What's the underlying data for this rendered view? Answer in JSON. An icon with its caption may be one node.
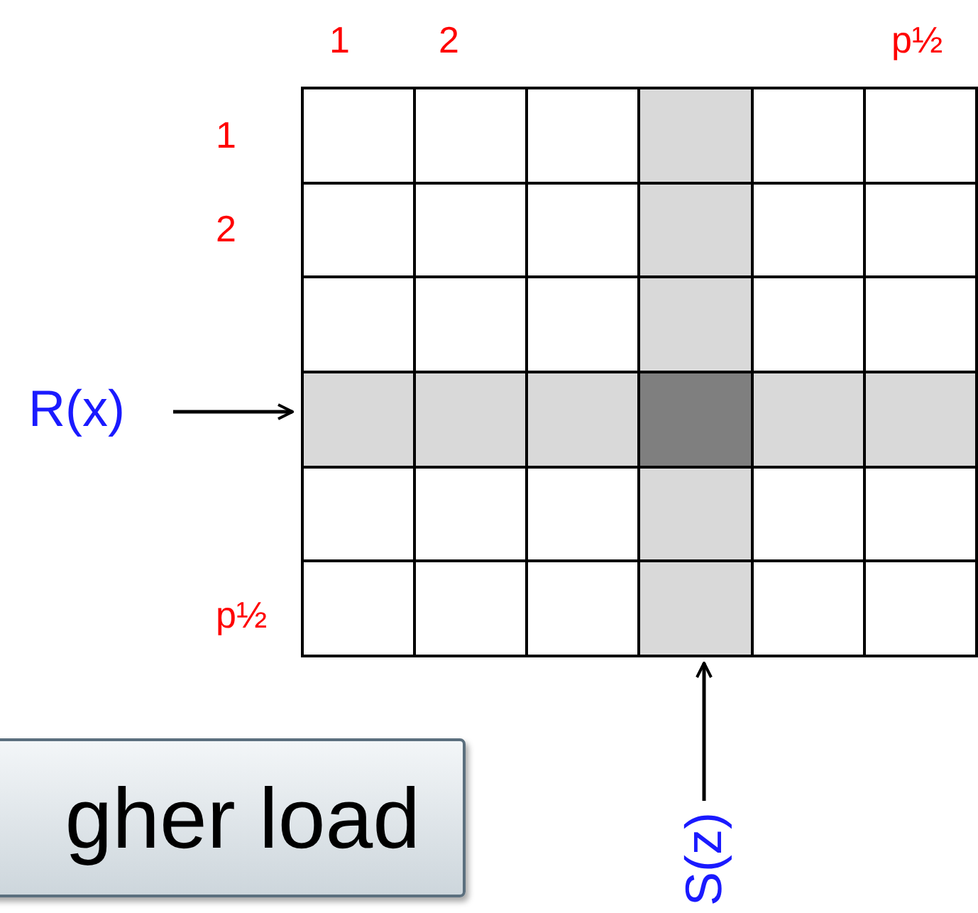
{
  "diagram": {
    "nodes": [
      {
        "text": [],
        "shape": "box"
      },
      {
        "text": [
          "R(x)"
        ]
      },
      {
        "text": [
          "S(z)"
        ]
      },
      {
        "text": [
          "gher load"
        ]
      }
    ],
    "edges": [
      {
        "from": 1,
        "to": 0,
        "arrow": "to"
      },
      {
        "from": 2,
        "to": 0,
        "arrow": "to"
      }
    ],
    "labels": [
      "1",
      "2",
      "p½",
      "1",
      "2",
      "p½"
    ]
  }
}
